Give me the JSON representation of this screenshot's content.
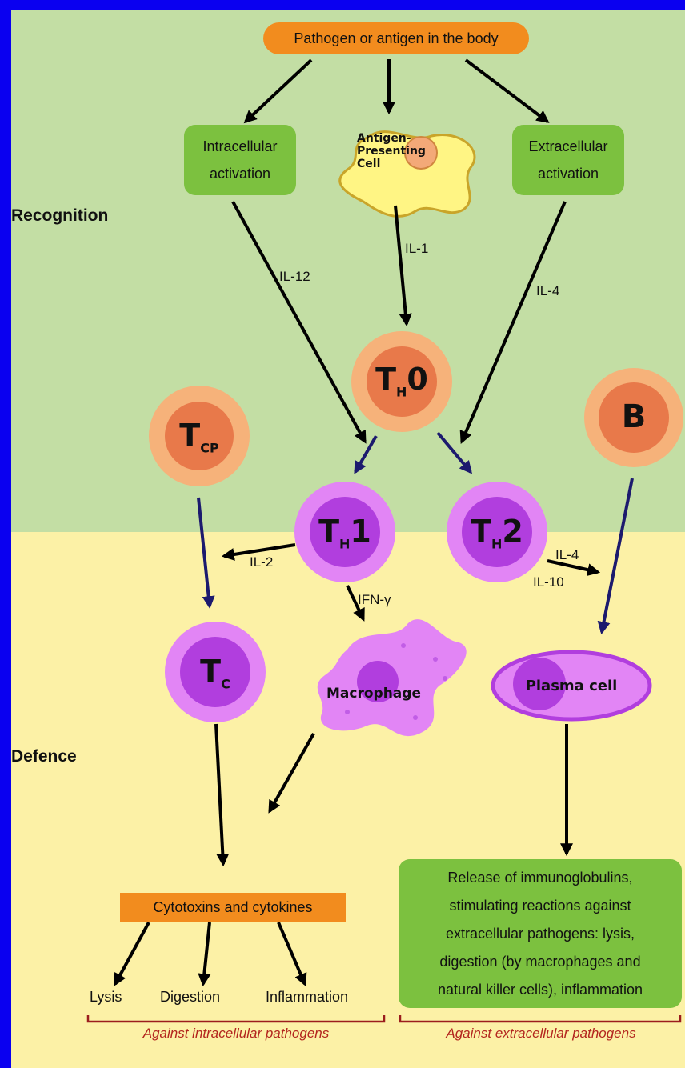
{
  "top_box": "Pathogen or antigen in the body",
  "intracellular": {
    "line1": "Intracellular",
    "line2": "activation"
  },
  "extracellular": {
    "line1": "Extracellular",
    "line2": "activation"
  },
  "apc": {
    "line1": "Antigen-",
    "line2": "Presenting",
    "line3": "Cell"
  },
  "sections": {
    "recognition": "Recognition",
    "defence": "Defence"
  },
  "signals": {
    "il12": "IL-12",
    "il1": "IL-1",
    "il4_top": "IL-4",
    "il2": "IL-2",
    "ifn": "IFN-γ",
    "il4": "IL-4",
    "il10": "IL-10"
  },
  "cells": {
    "th0": {
      "main": "T",
      "sub": "H",
      "suffix": "0"
    },
    "tcp": {
      "main": "T",
      "sub": "CP",
      "suffix": ""
    },
    "b": {
      "main": "B"
    },
    "th1": {
      "main": "T",
      "sub": "H",
      "suffix": "1"
    },
    "th2": {
      "main": "T",
      "sub": "H",
      "suffix": "2"
    },
    "tc": {
      "main": "T",
      "sub": "C",
      "suffix": ""
    },
    "macrophage": "Macrophage",
    "plasma": "Plasma cell"
  },
  "cyto_box": "Cytotoxins and cytokines",
  "outcomes": {
    "lysis": "Lysis",
    "digestion": "Digestion",
    "inflammation": "Inflammation"
  },
  "release_box": [
    "Release of immunoglobulins,",
    "stimulating reactions against",
    "extracellular pathogens: lysis,",
    "digestion (by macrophages and",
    "natural killer cells), inflammation"
  ],
  "footers": {
    "intracellular": "Against intracellular pathogens",
    "extracellular": "Against extracellular pathogens"
  },
  "colors": {
    "recognition_bg": "#c3dea4",
    "defence_bg": "#fcf1a6",
    "border": "#0a00f0",
    "orange": "#f28c1e",
    "green": "#7cc13f",
    "purple_cell": "#e285f5",
    "orange_cell": "#f6b27a",
    "arrow_dark": "#000000",
    "arrow_navy": "#1c1a6e",
    "bracket": "#9b1d1d"
  }
}
